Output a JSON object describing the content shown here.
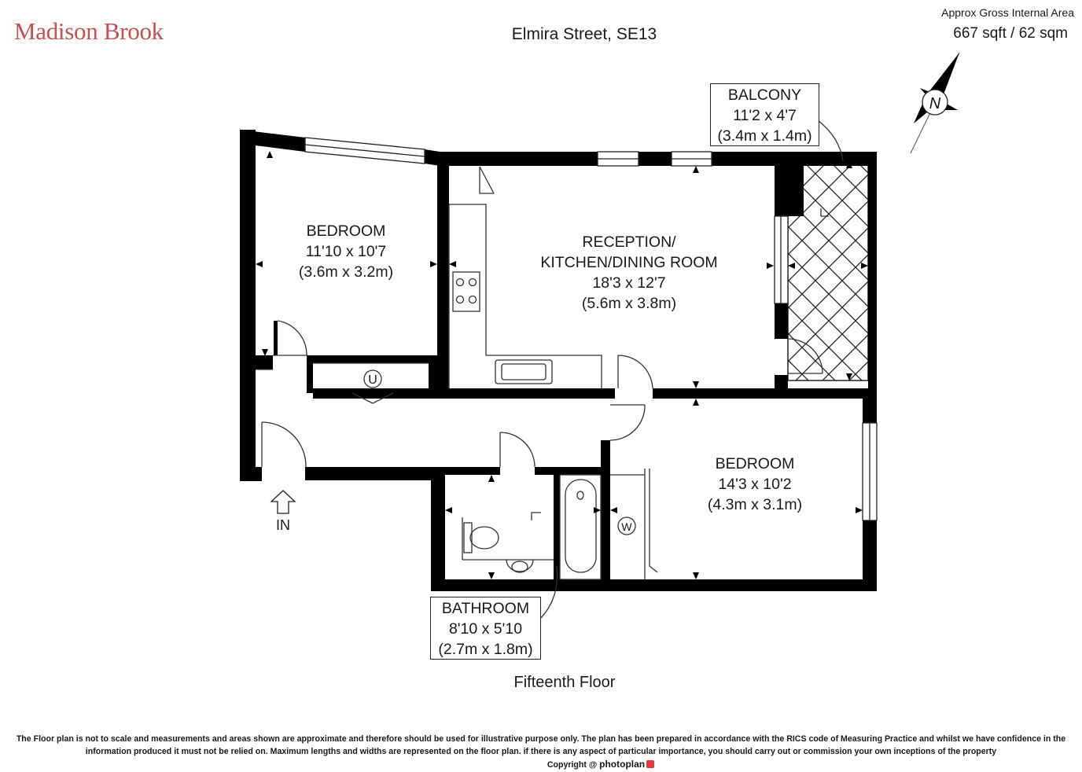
{
  "header": {
    "brand": "Madison Brook",
    "address": "Elmira Street, SE13",
    "area_label": "Approx Gross Internal Area",
    "area_value": "667 sqft / 62 sqm"
  },
  "compass": {
    "label": "N"
  },
  "rooms": {
    "bedroom1": {
      "name": "BEDROOM",
      "imperial": "11'10 x 10'7",
      "metric": "(3.6m x 3.2m)"
    },
    "reception": {
      "name_line1": "RECEPTION/",
      "name_line2": "KITCHEN/DINING ROOM",
      "imperial": "18'3 x 12'7",
      "metric": "(5.6m x 3.8m)"
    },
    "balcony": {
      "name": "BALCONY",
      "imperial": "11'2 x 4'7",
      "metric": "(3.4m x 1.4m)"
    },
    "bedroom2": {
      "name": "BEDROOM",
      "imperial": "14'3 x 10'2",
      "metric": "(4.3m x 3.1m)"
    },
    "bathroom": {
      "name": "BATHROOM",
      "imperial": "8'10 x 5'10",
      "metric": "(2.7m x 1.8m)"
    }
  },
  "symbols": {
    "utility": "U",
    "wardrobe": "W",
    "entrance": "IN"
  },
  "floor": "Fifteenth Floor",
  "footer": {
    "disclaimer": "The Floor plan is not to scale and measurements and areas shown are approximate and therefore should be used for illustrative purpose only. The plan has been prepared in accordance with the RICS code of Measuring Practice and whilst we have confidence in the information produced it must not be relied on. Maximum  lengths and widths are represented on the floor plan. if there is any aspect of particular importance, you should carry out or commission your own inceptions of the property",
    "copyright": "Copyright @",
    "brand": "photoplan"
  },
  "colors": {
    "brand": "#c8504f",
    "wall": "#000000",
    "line": "#333333"
  }
}
